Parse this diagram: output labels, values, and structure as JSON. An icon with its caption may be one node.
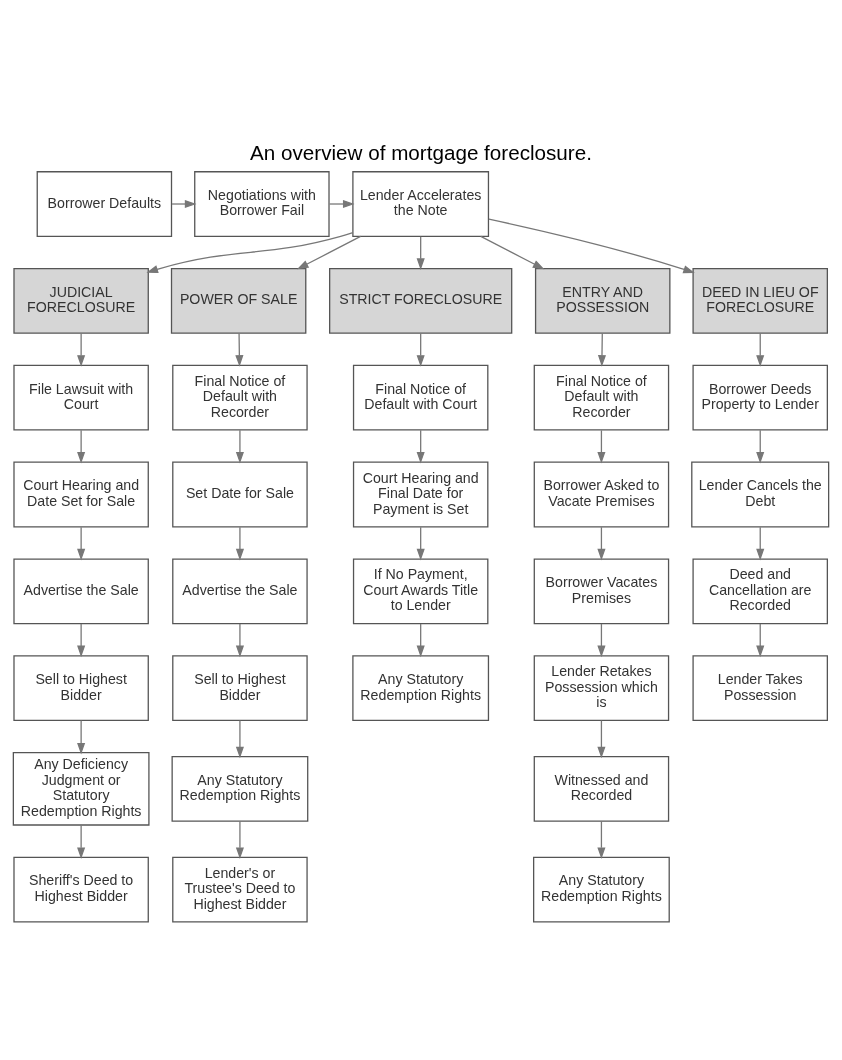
{
  "diagram": {
    "title": "An overview of mortgage foreclosure.",
    "nodes": [
      {
        "text": [
          "Borrower Defaults"
        ]
      },
      {
        "text": [
          "Negotiations with Borrower Fail"
        ]
      },
      {
        "text": [
          "Lender Accelerates the Note"
        ]
      },
      {
        "text": [
          "JUDICIAL FORECLOSURE"
        ]
      },
      {
        "text": [
          "POWER OF SALE"
        ]
      },
      {
        "text": [
          "STRICT FORECLOSURE"
        ]
      },
      {
        "text": [
          "ENTRY AND POSSESSION"
        ]
      },
      {
        "text": [
          "DEED IN LIEU OF FORECLOSURE"
        ]
      },
      {
        "text": [
          "File Lawsuit with Court"
        ]
      },
      {
        "text": [
          "Court Hearing and Date Set for Sale"
        ]
      },
      {
        "text": [
          "Advertise the Sale"
        ]
      },
      {
        "text": [
          "Sell to Highest Bidder"
        ]
      },
      {
        "text": [
          "Any Deficiency Judgment or Statutory Redemption Rights"
        ]
      },
      {
        "text": [
          "Sheriff's Deed to Highest Bidder"
        ]
      },
      {
        "text": [
          "Final Notice of Default with Recorder"
        ]
      },
      {
        "text": [
          "Set Date for Sale"
        ]
      },
      {
        "text": [
          "Advertise the Sale"
        ]
      },
      {
        "text": [
          "Sell to Highest Bidder"
        ]
      },
      {
        "text": [
          "Any Statutory Redemption Rights"
        ]
      },
      {
        "text": [
          "Lender's or Trustee's Deed to Highest Bidder"
        ]
      },
      {
        "text": [
          "Final Notice of Default with Court"
        ]
      },
      {
        "text": [
          "Court Hearing and Final Date for Payment is Set"
        ]
      },
      {
        "text": [
          "If No Payment, Court Awards Title to Lender"
        ]
      },
      {
        "text": [
          "Any Statutory Redemption Rights"
        ]
      },
      {
        "text": [
          "Final Notice of Default with Recorder"
        ]
      },
      {
        "text": [
          "Borrower Asked to Vacate Premises"
        ]
      },
      {
        "text": [
          "Borrower Vacates Premises"
        ]
      },
      {
        "text": [
          "Lender Retakes Possession which is"
        ]
      },
      {
        "text": [
          "Witnessed and Recorded"
        ]
      },
      {
        "text": [
          "Any Statutory Redemption Rights"
        ]
      },
      {
        "text": [
          "Borrower Deeds Property to Lender"
        ]
      },
      {
        "text": [
          "Lender Cancels the Debt"
        ]
      },
      {
        "text": [
          "Deed and Cancellation are Recorded"
        ]
      },
      {
        "text": [
          "Lender Takes Possession"
        ]
      }
    ],
    "edges": [
      {
        "from": 0,
        "to": 1,
        "arrow": "to"
      },
      {
        "from": 1,
        "to": 2,
        "arrow": "to"
      },
      {
        "from": 2,
        "to": 3,
        "arrow": "to"
      },
      {
        "from": 2,
        "to": 4,
        "arrow": "to"
      },
      {
        "from": 2,
        "to": 5,
        "arrow": "to"
      },
      {
        "from": 2,
        "to": 6,
        "arrow": "to"
      },
      {
        "from": 2,
        "to": 7,
        "arrow": "to"
      },
      {
        "from": 3,
        "to": 8,
        "arrow": "to"
      },
      {
        "from": 8,
        "to": 9,
        "arrow": "to"
      },
      {
        "from": 9,
        "to": 10,
        "arrow": "to"
      },
      {
        "from": 10,
        "to": 11,
        "arrow": "to"
      },
      {
        "from": 11,
        "to": 12,
        "arrow": "to"
      },
      {
        "from": 12,
        "to": 13,
        "arrow": "to"
      },
      {
        "from": 4,
        "to": 14,
        "arrow": "to"
      },
      {
        "from": 14,
        "to": 15,
        "arrow": "to"
      },
      {
        "from": 15,
        "to": 16,
        "arrow": "to"
      },
      {
        "from": 16,
        "to": 17,
        "arrow": "to"
      },
      {
        "from": 17,
        "to": 18,
        "arrow": "to"
      },
      {
        "from": 18,
        "to": 19,
        "arrow": "to"
      },
      {
        "from": 5,
        "to": 20,
        "arrow": "to"
      },
      {
        "from": 20,
        "to": 21,
        "arrow": "to"
      },
      {
        "from": 21,
        "to": 22,
        "arrow": "to"
      },
      {
        "from": 22,
        "to": 23,
        "arrow": "to"
      },
      {
        "from": 6,
        "to": 24,
        "arrow": "to"
      },
      {
        "from": 24,
        "to": 25,
        "arrow": "to"
      },
      {
        "from": 25,
        "to": 26,
        "arrow": "to"
      },
      {
        "from": 26,
        "to": 27,
        "arrow": "to"
      },
      {
        "from": 27,
        "to": 28,
        "arrow": "to"
      },
      {
        "from": 28,
        "to": 29,
        "arrow": "to"
      },
      {
        "from": 7,
        "to": 30,
        "arrow": "to"
      },
      {
        "from": 30,
        "to": 31,
        "arrow": "to"
      },
      {
        "from": 31,
        "to": 32,
        "arrow": "to"
      },
      {
        "from": 32,
        "to": 33,
        "arrow": "to"
      }
    ]
  }
}
